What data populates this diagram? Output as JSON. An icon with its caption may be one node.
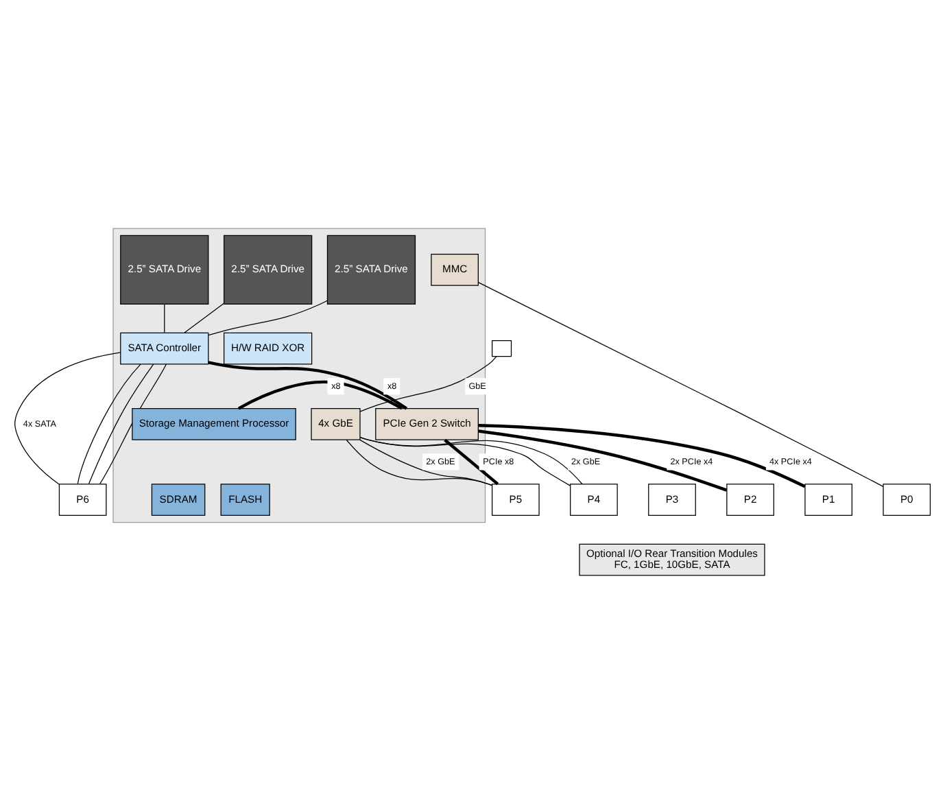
{
  "diagram": {
    "nodes": [
      {
        "text": [],
        "shape": "box"
      },
      {
        "text": [],
        "shape": "box"
      },
      {
        "text": [
          "2.5” SATA Drive"
        ],
        "in": 0
      },
      {
        "text": [
          "2.5” SATA Drive"
        ],
        "in": 0
      },
      {
        "text": [
          "2.5” SATA Drive"
        ],
        "in": 0
      },
      {
        "text": [
          "SATA Controller"
        ],
        "in": 0
      },
      {
        "text": [
          "H/W RAID XOR"
        ],
        "in": 0
      },
      {
        "text": [
          "4x GbE"
        ],
        "in": 0
      },
      {
        "text": [
          "PCIe Gen 2 Switch"
        ],
        "in": 0
      },
      {
        "text": [
          "Storage Management Processor"
        ],
        "in": 0
      },
      {
        "text": [
          "SDRAM"
        ],
        "in": 0
      },
      {
        "text": [
          "FLASH"
        ],
        "in": 0
      },
      {
        "text": [
          "MMC"
        ],
        "in": 0
      },
      {
        "text": [
          "P6"
        ]
      },
      {
        "text": [
          "P5"
        ]
      },
      {
        "text": [
          "P4"
        ]
      },
      {
        "text": [
          "P3"
        ]
      },
      {
        "text": [
          "P2"
        ]
      },
      {
        "text": [
          "P1"
        ]
      },
      {
        "text": [
          "P0"
        ]
      },
      {
        "text": [
          "Optional I/O Rear Transition Modules",
          "FC, 1GbE, 10GbE, SATA"
        ]
      }
    ],
    "edges": [
      {
        "from": 2,
        "to": 5,
        "arrow": "none"
      },
      {
        "from": 3,
        "to": 5,
        "arrow": "none"
      },
      {
        "from": 4,
        "to": 5,
        "arrow": "none"
      },
      {
        "from": 1,
        "to": 7,
        "arrow": "none",
        "label": "GbE"
      },
      {
        "from": 5,
        "to": 8,
        "arrow": "none",
        "label": "x8",
        "style": "thick"
      },
      {
        "from": 8,
        "to": 9,
        "arrow": "none",
        "label": "x8",
        "style": "thick"
      },
      {
        "from": 5,
        "to": 13,
        "arrow": "none",
        "label": "4x SATA"
      },
      {
        "from": 5,
        "to": 13,
        "arrow": "none"
      },
      {
        "from": 5,
        "to": 13,
        "arrow": "none"
      },
      {
        "from": 5,
        "to": 13,
        "arrow": "none"
      },
      {
        "from": 7,
        "to": 14,
        "arrow": "none",
        "label": "2x GbE"
      },
      {
        "from": 7,
        "to": 14,
        "arrow": "none"
      },
      {
        "from": 8,
        "to": 14,
        "arrow": "none",
        "label": "PCIe x8",
        "style": "thick"
      },
      {
        "from": 7,
        "to": 15,
        "arrow": "none",
        "label": "2x GbE"
      },
      {
        "from": 7,
        "to": 15,
        "arrow": "none"
      },
      {
        "from": 8,
        "to": 17,
        "arrow": "none",
        "label": "2x PCIe x4",
        "style": "thick"
      },
      {
        "from": 8,
        "to": 18,
        "arrow": "none",
        "label": "4x PCIe x4",
        "style": "thick"
      },
      {
        "from": 12,
        "to": 19,
        "arrow": "none"
      }
    ]
  }
}
